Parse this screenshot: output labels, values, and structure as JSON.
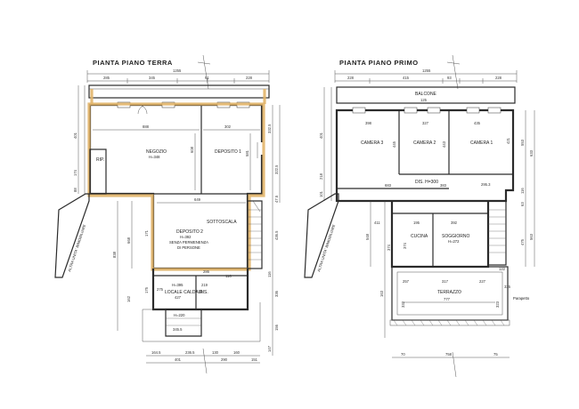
{
  "titles": {
    "ground": "PIANTA PIANO TERRA",
    "first": "PIANTA PIANO PRIMO"
  },
  "rooms_ground": {
    "negozio": "NEGOZIO",
    "negozio_h": "H=348",
    "deposito1": "DEPOSITO 1",
    "rip": "RIP.",
    "sottoscala": "SOTTOSCALA",
    "deposito2": "DEPOSITO 2",
    "deposito2_h": "H=392",
    "deposito2_note1": "SENZA PERMENENZA",
    "deposito2_note2": "DI PERSONE",
    "caldaia_h": "H=395",
    "caldaia": "LOCALE CALDAIA",
    "dis": "DIS.",
    "caldaia_h2": "H=220",
    "ramp_label": "ALTRA UNITA' IMMOBILIARE"
  },
  "rooms_first": {
    "balcone": "BALCONE",
    "camera3": "CAMERA 3",
    "camera2": "CAMERA 2",
    "camera1": "CAMERA 1",
    "dis": "DIS. H=300",
    "cucina": "CUCINA",
    "soggiorno": "SOGGIORNO",
    "soggiorno_h": "H=272",
    "terrazzo": "TERRAZZO",
    "parapetto": "Parapetto",
    "ramp_label": "ALTRA UNITA' IMMOBILIARE"
  },
  "dims_ground": {
    "total_w": "1255",
    "top": [
      "285",
      "345",
      "91",
      "228"
    ],
    "negozio_w": "888",
    "dep1_w": "302",
    "dep2_w": "649",
    "neg_h": "608",
    "d1_h": "581",
    "left_v": [
      "401",
      "174",
      "88",
      "838",
      "668",
      "162",
      "171",
      "175"
    ],
    "right_v": [
      "332.5",
      "322.5",
      "47.5",
      "436.5",
      "116",
      "336",
      "156",
      "147"
    ],
    "bottom": [
      "164.5",
      "236.5",
      "130",
      "160"
    ],
    "bottom2": [
      "401",
      "290",
      "151"
    ],
    "caldaia_w": "427",
    "dis_w": "219",
    "small": [
      "116",
      "286",
      "345.5",
      "275"
    ]
  },
  "dims_first": {
    "total_w": "1255",
    "top": [
      "228",
      "415",
      "93",
      "228"
    ],
    "balcone_w": "125",
    "room_w": [
      "398",
      "327",
      "435"
    ],
    "mid": [
      "683",
      "383",
      "295.3"
    ],
    "lower": [
      "411",
      "195",
      "392"
    ],
    "left_v": [
      "401",
      "218",
      "101",
      "548",
      "374",
      "163"
    ],
    "right_v": [
      "553",
      "633",
      "116",
      "63",
      "475",
      "563"
    ],
    "camera_v": [
      "445",
      "443",
      "421"
    ],
    "cucina_v": "374",
    "terrazzo_w": [
      "257",
      "317",
      "227"
    ],
    "terrazzo_total": "777",
    "terrazzo_side": [
      "122",
      "332",
      "323",
      "335"
    ],
    "bottom": [
      "758",
      "70",
      "75"
    ]
  },
  "colors": {
    "highlight": "#e2b56a",
    "walls": "#2b2b2b"
  }
}
